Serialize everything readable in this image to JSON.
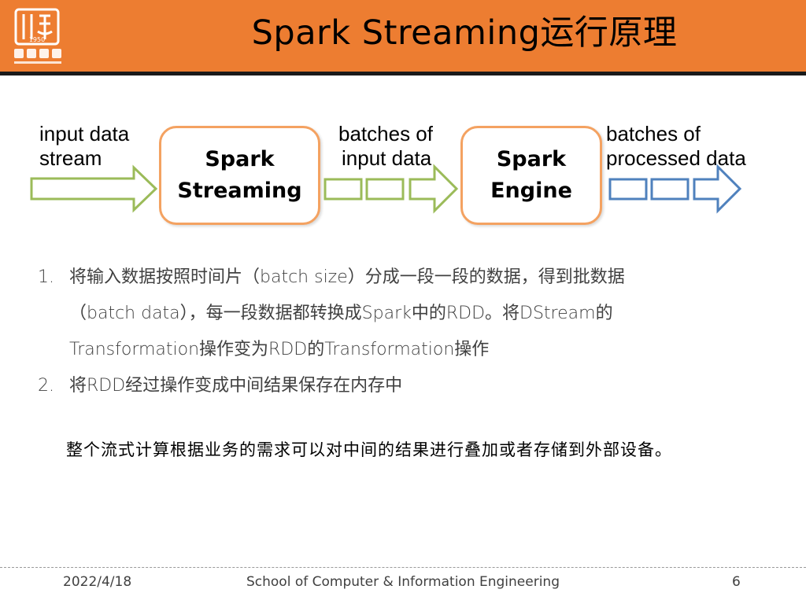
{
  "header": {
    "title": "Spark Streaming运行原理",
    "background_color": "#ED7D31",
    "logo_icon": "university-seal-logo"
  },
  "diagram": {
    "input_label": [
      "input data",
      "stream"
    ],
    "box1": [
      "Spark",
      "Streaming"
    ],
    "mid_label": [
      "batches of",
      "input data"
    ],
    "box2": [
      "Spark",
      "Engine"
    ],
    "output_label": [
      "batches of",
      "processed data"
    ],
    "colors": {
      "input_arrow": "#9BBB59",
      "output_arrow": "#4F81BD",
      "box_border": "#F4A261"
    }
  },
  "list": [
    {
      "num": "1.",
      "lines": [
        "将输入数据按照时间片（batch size）分成一段一段的数据，得到批数据",
        "（batch data），每一段数据都转换成Spark中的RDD。将DStream的",
        "Transformation操作变为RDD的Transformation操作"
      ]
    },
    {
      "num": "2.",
      "lines": [
        "将RDD经过操作变成中间结果保存在内存中"
      ]
    }
  ],
  "note": "整个流式计算根据业务的需求可以对中间的结果进行叠加或者存储到外部设备。",
  "footer": {
    "date": "2022/4/18",
    "school": "School of Computer & Information Engineering",
    "page": "6"
  }
}
